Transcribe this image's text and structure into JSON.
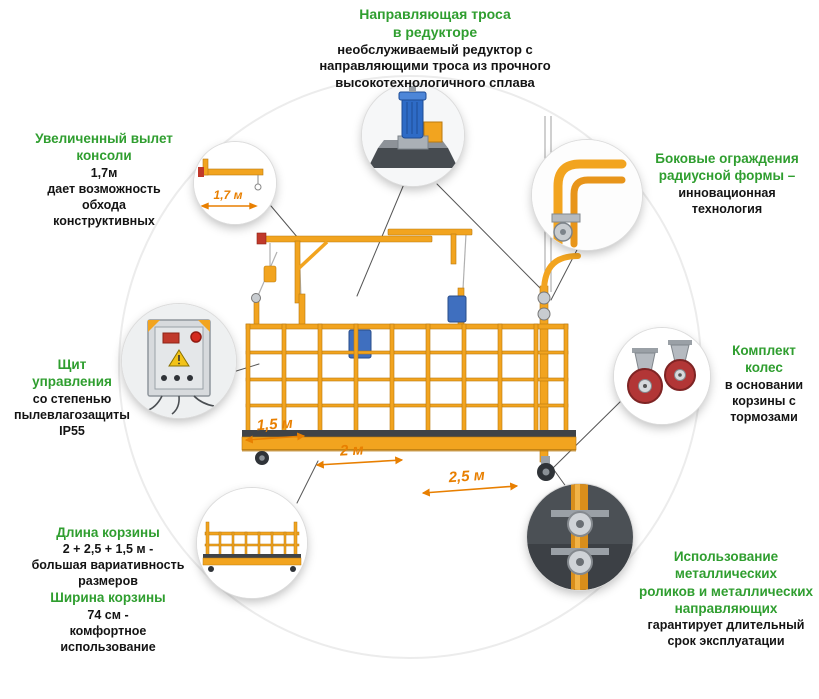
{
  "colors": {
    "accent_green": "#2f9e2f",
    "platform_orange": "#f2a41f",
    "dimension_orange": "#e87f00",
    "text_black": "#141414"
  },
  "callouts": {
    "reducer": {
      "heading": "Направляющая троса\nв редукторе",
      "body": "необслуживаемый редуктор с\nнаправляющими троса из прочного\nвысокотехнологичного сплава",
      "icon": "reducer-motor-icon"
    },
    "console": {
      "heading": "Увеличенный вылет\nконсоли",
      "value": "1,7м",
      "body": "дает возможность\nобхода\nконструктивных",
      "icon": "console-arm-icon"
    },
    "side_guard": {
      "heading": "Боковые ограждения\nрадиусной формы  –",
      "body": "инновационная\nтехнология",
      "icon": "radius-guard-icon"
    },
    "control_panel": {
      "heading": "Щит\nуправления",
      "body": "со степенью\nпылевлагозащиты\nIP55",
      "icon": "control-cabinet-icon"
    },
    "wheels": {
      "heading": "Комплект\nколес",
      "body": "в основании\nкорзины с\nтормозами",
      "icon": "caster-wheels-icon"
    },
    "basket": {
      "heading_length": "Длина корзины",
      "body_length": "2 + 2,5 + 1,5 м -\nбольшая вариативность\nразмеров",
      "heading_width": "Ширина корзины",
      "body_width": "74 см -\nкомфортное\nиспользование",
      "icon": "basket-mini-icon"
    },
    "rollers": {
      "heading": "Использование\nметаллических\nроликов и металлических\nнаправляющих",
      "body": "гарантирует длительный\nсрок эксплуатации",
      "icon": "metal-rollers-icon"
    }
  },
  "dimensions": {
    "console_reach": "1,7 м",
    "section_left": "1,5 м",
    "section_middle": "2 м",
    "section_right": "2,5 м"
  }
}
